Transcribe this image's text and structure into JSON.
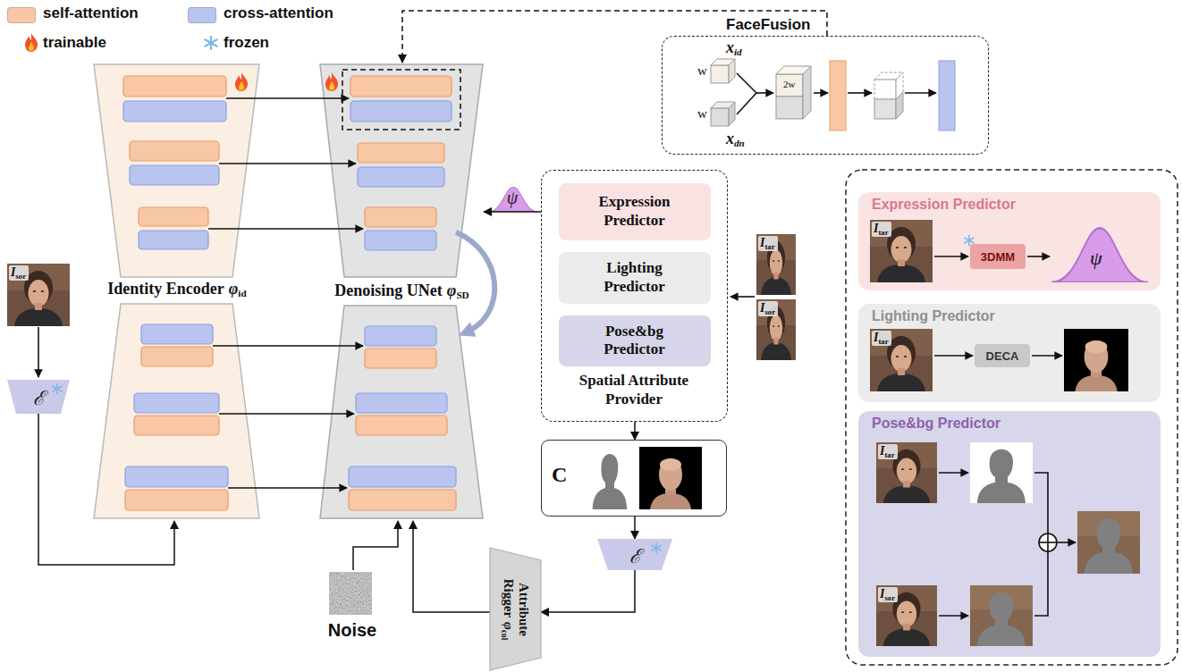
{
  "diagram": {
    "nodes": [
      {
        "text": [
          "Identity Encoder"
        ]
      },
      {
        "text": [
          "Denoising UNet"
        ]
      },
      {
        "text": [
          "FaceFusion"
        ]
      },
      {
        "text": [
          "Spatial Attribute Provider"
        ]
      },
      {
        "text": [
          "Expression Predictor"
        ],
        "in": 3
      },
      {
        "text": [
          "Lighting Predictor"
        ],
        "in": 3
      },
      {
        "text": [
          "Pose&bg Predictor"
        ],
        "in": 3
      },
      {
        "text": [
          "Expression Predictor"
        ]
      },
      {
        "text": [
          "3DMM"
        ],
        "in": 7
      },
      {
        "text": [
          "Lighting Predictor"
        ]
      },
      {
        "text": [
          "DECA"
        ],
        "in": 9
      },
      {
        "text": [
          "Pose&bg Predictor"
        ]
      },
      {
        "text": [
          "C"
        ]
      },
      {
        "text": [
          "ℰ"
        ]
      },
      {
        "text": [
          "ℰ"
        ]
      },
      {
        "text": [
          "Attribute Rigger"
        ]
      },
      {
        "text": [
          "Noise"
        ]
      }
    ],
    "edges": [
      {
        "from": 13,
        "to": 0,
        "arrow": "to"
      },
      {
        "from": 2,
        "to": 1,
        "arrow": "to"
      },
      {
        "from": 3,
        "to": 1,
        "label": "ψ",
        "arrow": "to"
      },
      {
        "from": 3,
        "to": 12,
        "arrow": "to"
      },
      {
        "from": 12,
        "to": 14,
        "arrow": "to"
      },
      {
        "from": 14,
        "to": 15,
        "arrow": "to"
      },
      {
        "from": 15,
        "to": 1,
        "arrow": "to"
      },
      {
        "from": 16,
        "to": 1,
        "arrow": "to"
      }
    ],
    "labels": [
      "φ",
      "id",
      "φ",
      "SD",
      "φ",
      "col",
      "I",
      "sor",
      "I",
      "tar",
      "I",
      "sor",
      "x",
      "id",
      "w",
      "x",
      "dn",
      "w",
      "2w",
      "I",
      "tar",
      "ψ",
      "I",
      "tar",
      "I",
      "tar",
      "I",
      "sor"
    ],
    "legend": [
      {
        "text": "self-attention",
        "color": "#f8c7a5"
      },
      {
        "text": "cross-attention",
        "color": "#b9c5ee"
      },
      {
        "text": "trainable"
      },
      {
        "text": "frozen"
      }
    ]
  }
}
